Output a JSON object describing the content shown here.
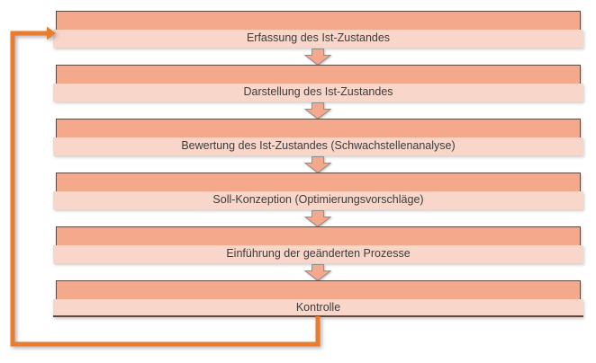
{
  "diagram": {
    "type": "process-flowchart",
    "steps": [
      {
        "label": "Erfassung des Ist-Zustandes"
      },
      {
        "label": "Darstellung des Ist-Zustandes"
      },
      {
        "label": "Bewertung des Ist-Zustandes (Schwachstellenanalyse)"
      },
      {
        "label": "Soll-Konzeption (Optimierungsvorschläge)"
      },
      {
        "label": "Einführung der geänderten Prozesse"
      },
      {
        "label": "Kontrolle"
      }
    ],
    "icons": {
      "step_connector": "down-block-arrow",
      "feedback": "loop-arrow-left-side"
    },
    "colors": {
      "step_header_fill": "#f4a98c",
      "step_body_fill": "#f8d6c9",
      "step_border": "#5f493e",
      "arrow_fill": "#f4a98c",
      "arrow_outline": "#8f8f8f",
      "loop_color": "#e87d30",
      "text_color": "#3c3c3c",
      "background": "#ffffff"
    }
  }
}
